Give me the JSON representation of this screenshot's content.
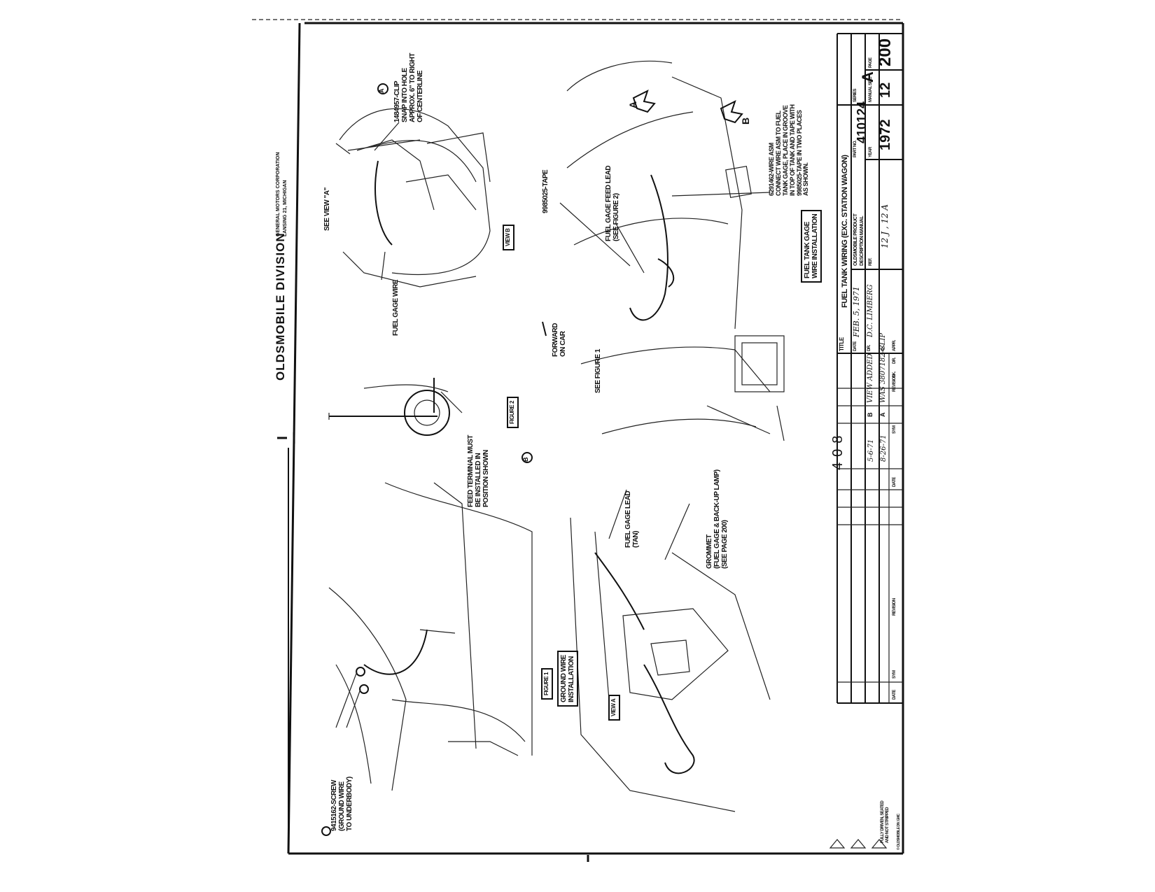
{
  "header": {
    "division": "OLDSMOBILE DIVISION",
    "corporation": "GENERAL MOTORS CORPORATION",
    "location": "LANSING 21, MICHIGAN"
  },
  "page_code": "408",
  "callouts": {
    "clip": "1484957-CLIP\nSNAP INTO HOLE\nAPPROX. 6\" TO RIGHT\nOF CENTERLINE",
    "see_view_a": "SEE VIEW \"A\"",
    "fuel_gage_wire": "FUEL GAGE WIRE",
    "view_b": "VIEW B",
    "tape": "9985025-TAPE",
    "fuel_gage_feed_lead": "FUEL GAGE FEED LEAD\n(SEE FIGURE 2)",
    "wire_asm": "6291462-WIRE ASM\nCONNECT WIRE ASM TO FUEL\nTANK GAGE, PLACE IN GROOVE\nIN TOP OF TANK AND TAPE WITH\n9985025-TAPE IN TWO PLACES\nAS SHOWN.",
    "forward_on_car": "FORWARD\nON CAR",
    "see_figure_1": "SEE FIGURE 1",
    "feed_terminal": "FEED TERMINAL MUST\nBE INSTALLED IN\nPOSITION SHOWN",
    "figure_2": "FIGURE 2",
    "fuel_gage_lead": "FUEL GAGE LEAD\n(TAN)",
    "grommet": "GROMMET\n(FUEL GAGE & BACK-UP LAMP)\n(SEE PAGE 200)",
    "screw": "9415162-SCREW\n(GROUND WIRE\nTO UNDERBODY)",
    "figure_1": "FIGURE 1",
    "ground_wire_installation": "GROUND WIRE\nINSTALLATION",
    "view_a": "VIEW A",
    "fuel_tank_gage": "FUEL TANK GAGE\nWIRE INSTALLATION",
    "fully_driven": "FULLY DRIVEN, SEATED\nAND NOT STRIPPED",
    "marker_a": "A",
    "marker_b": "B",
    "arrow_a": "A",
    "arrow_b": "B"
  },
  "title_block": {
    "title_label": "TITLE",
    "title": "FUEL TANK WIRING (EXC. STATION WAGON)",
    "date_label": "DATE",
    "date_value": "FEB. 5, 1971",
    "dr_label": "DR.",
    "dr_value": "D.C. LIMBERG",
    "ck_label": "CK.",
    "appr_label": "APPR.",
    "product_line1": "OLDSMOBILE PRODUCT",
    "product_line2": "DESCRIPTION MANUAL",
    "part_no_label": "PART NO.",
    "part_no": "410124",
    "series_label": "SERIES",
    "series": "A",
    "ref_label": "REF.",
    "ref_value": "12 J , 12 A",
    "year_label": "YEAR",
    "year": "1972",
    "manual_sec_label": "MANUAL SEC.",
    "manual_sec": "12",
    "page_label": "PAGE",
    "page": "200"
  },
  "revisions": {
    "col_revision": "REVISION",
    "col_sym": "SYM",
    "col_date": "DATE",
    "col_ck": "CK.",
    "col_dr": "DR.",
    "rows": [
      {
        "date": "5-6-71",
        "sym": "B",
        "text": "VIEW ADDED"
      },
      {
        "date": "8-26-71",
        "sym": "A",
        "text": "WAS 3807182-CLIP"
      }
    ]
  },
  "footer_note": "© OLDSMOBILE DIV. GMC"
}
